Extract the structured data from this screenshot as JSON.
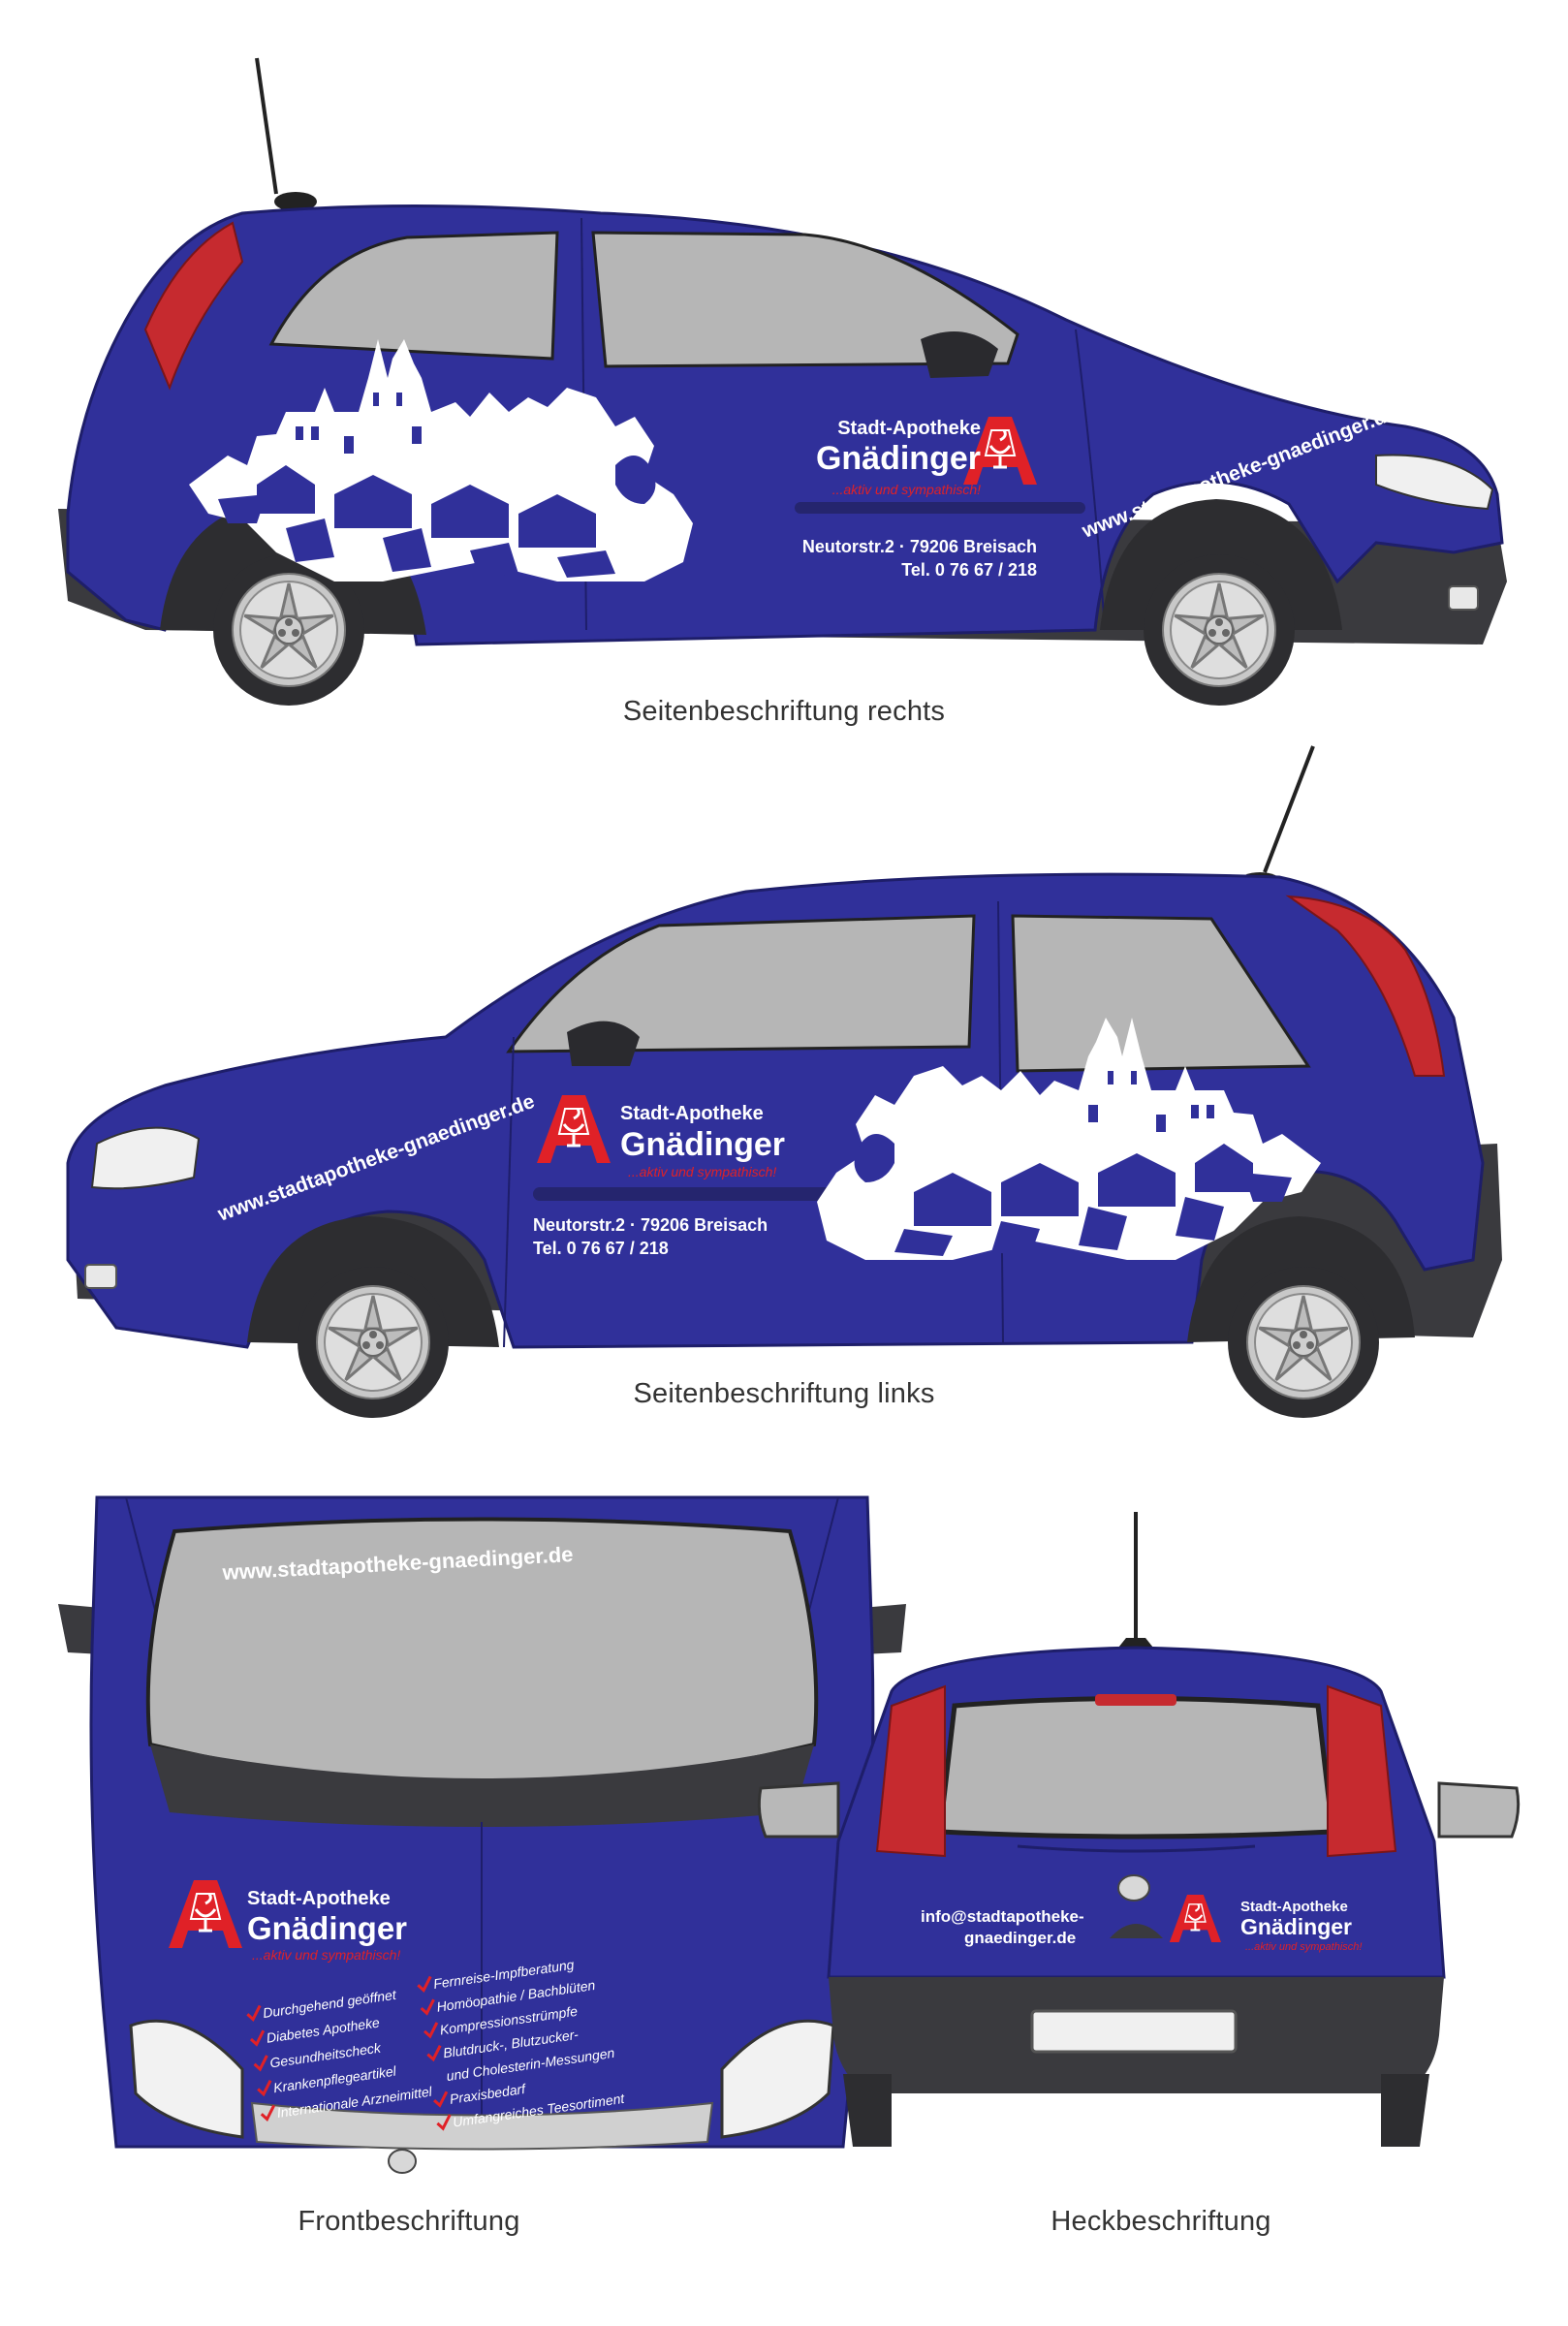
{
  "pharmacy": {
    "name_line1": "Stadt-Apotheke",
    "name_line2": "Gnädinger",
    "slogan": "...aktiv und sympathisch!",
    "address": "Neutorstr.2 · 79206 Breisach",
    "phone": "Tel. 0 76 67 / 218",
    "website": "www.stadtapotheke-gnaedinger.de",
    "email_line1": "info@stadtapotheke-",
    "email_line2": "gnaedinger.de",
    "logo_letter": "A"
  },
  "hood_services_left": [
    "Durchgehend geöffnet",
    "Diabetes Apotheke",
    "Gesundheitscheck",
    "Krankenpflegeartikel",
    "Internationale Arzneimittel"
  ],
  "hood_services_right": [
    "Fernreise-Impfberatung",
    "Homöopathie / Bachblüten",
    "Kompressionsstrümpfe",
    "Blutdruck-, Blutzucker-",
    "und Cholesterin-Messungen",
    "Praxisbedarf",
    "Umfangreiches Teesortiment"
  ],
  "captions": {
    "right_side": "Seitenbeschriftung rechts",
    "left_side": "Seitenbeschriftung links",
    "front": "Frontbeschriftung",
    "rear": "Heckbeschriftung"
  },
  "colors": {
    "body_blue": "#30309a",
    "pharmacy_red": "#e02127",
    "glass": "#b6b6b6",
    "trim": "#3a3a3e"
  },
  "icons": {
    "check": "check-icon",
    "logo": "apotheken-a-icon",
    "brand": "vehicle-brand-badge-icon"
  }
}
